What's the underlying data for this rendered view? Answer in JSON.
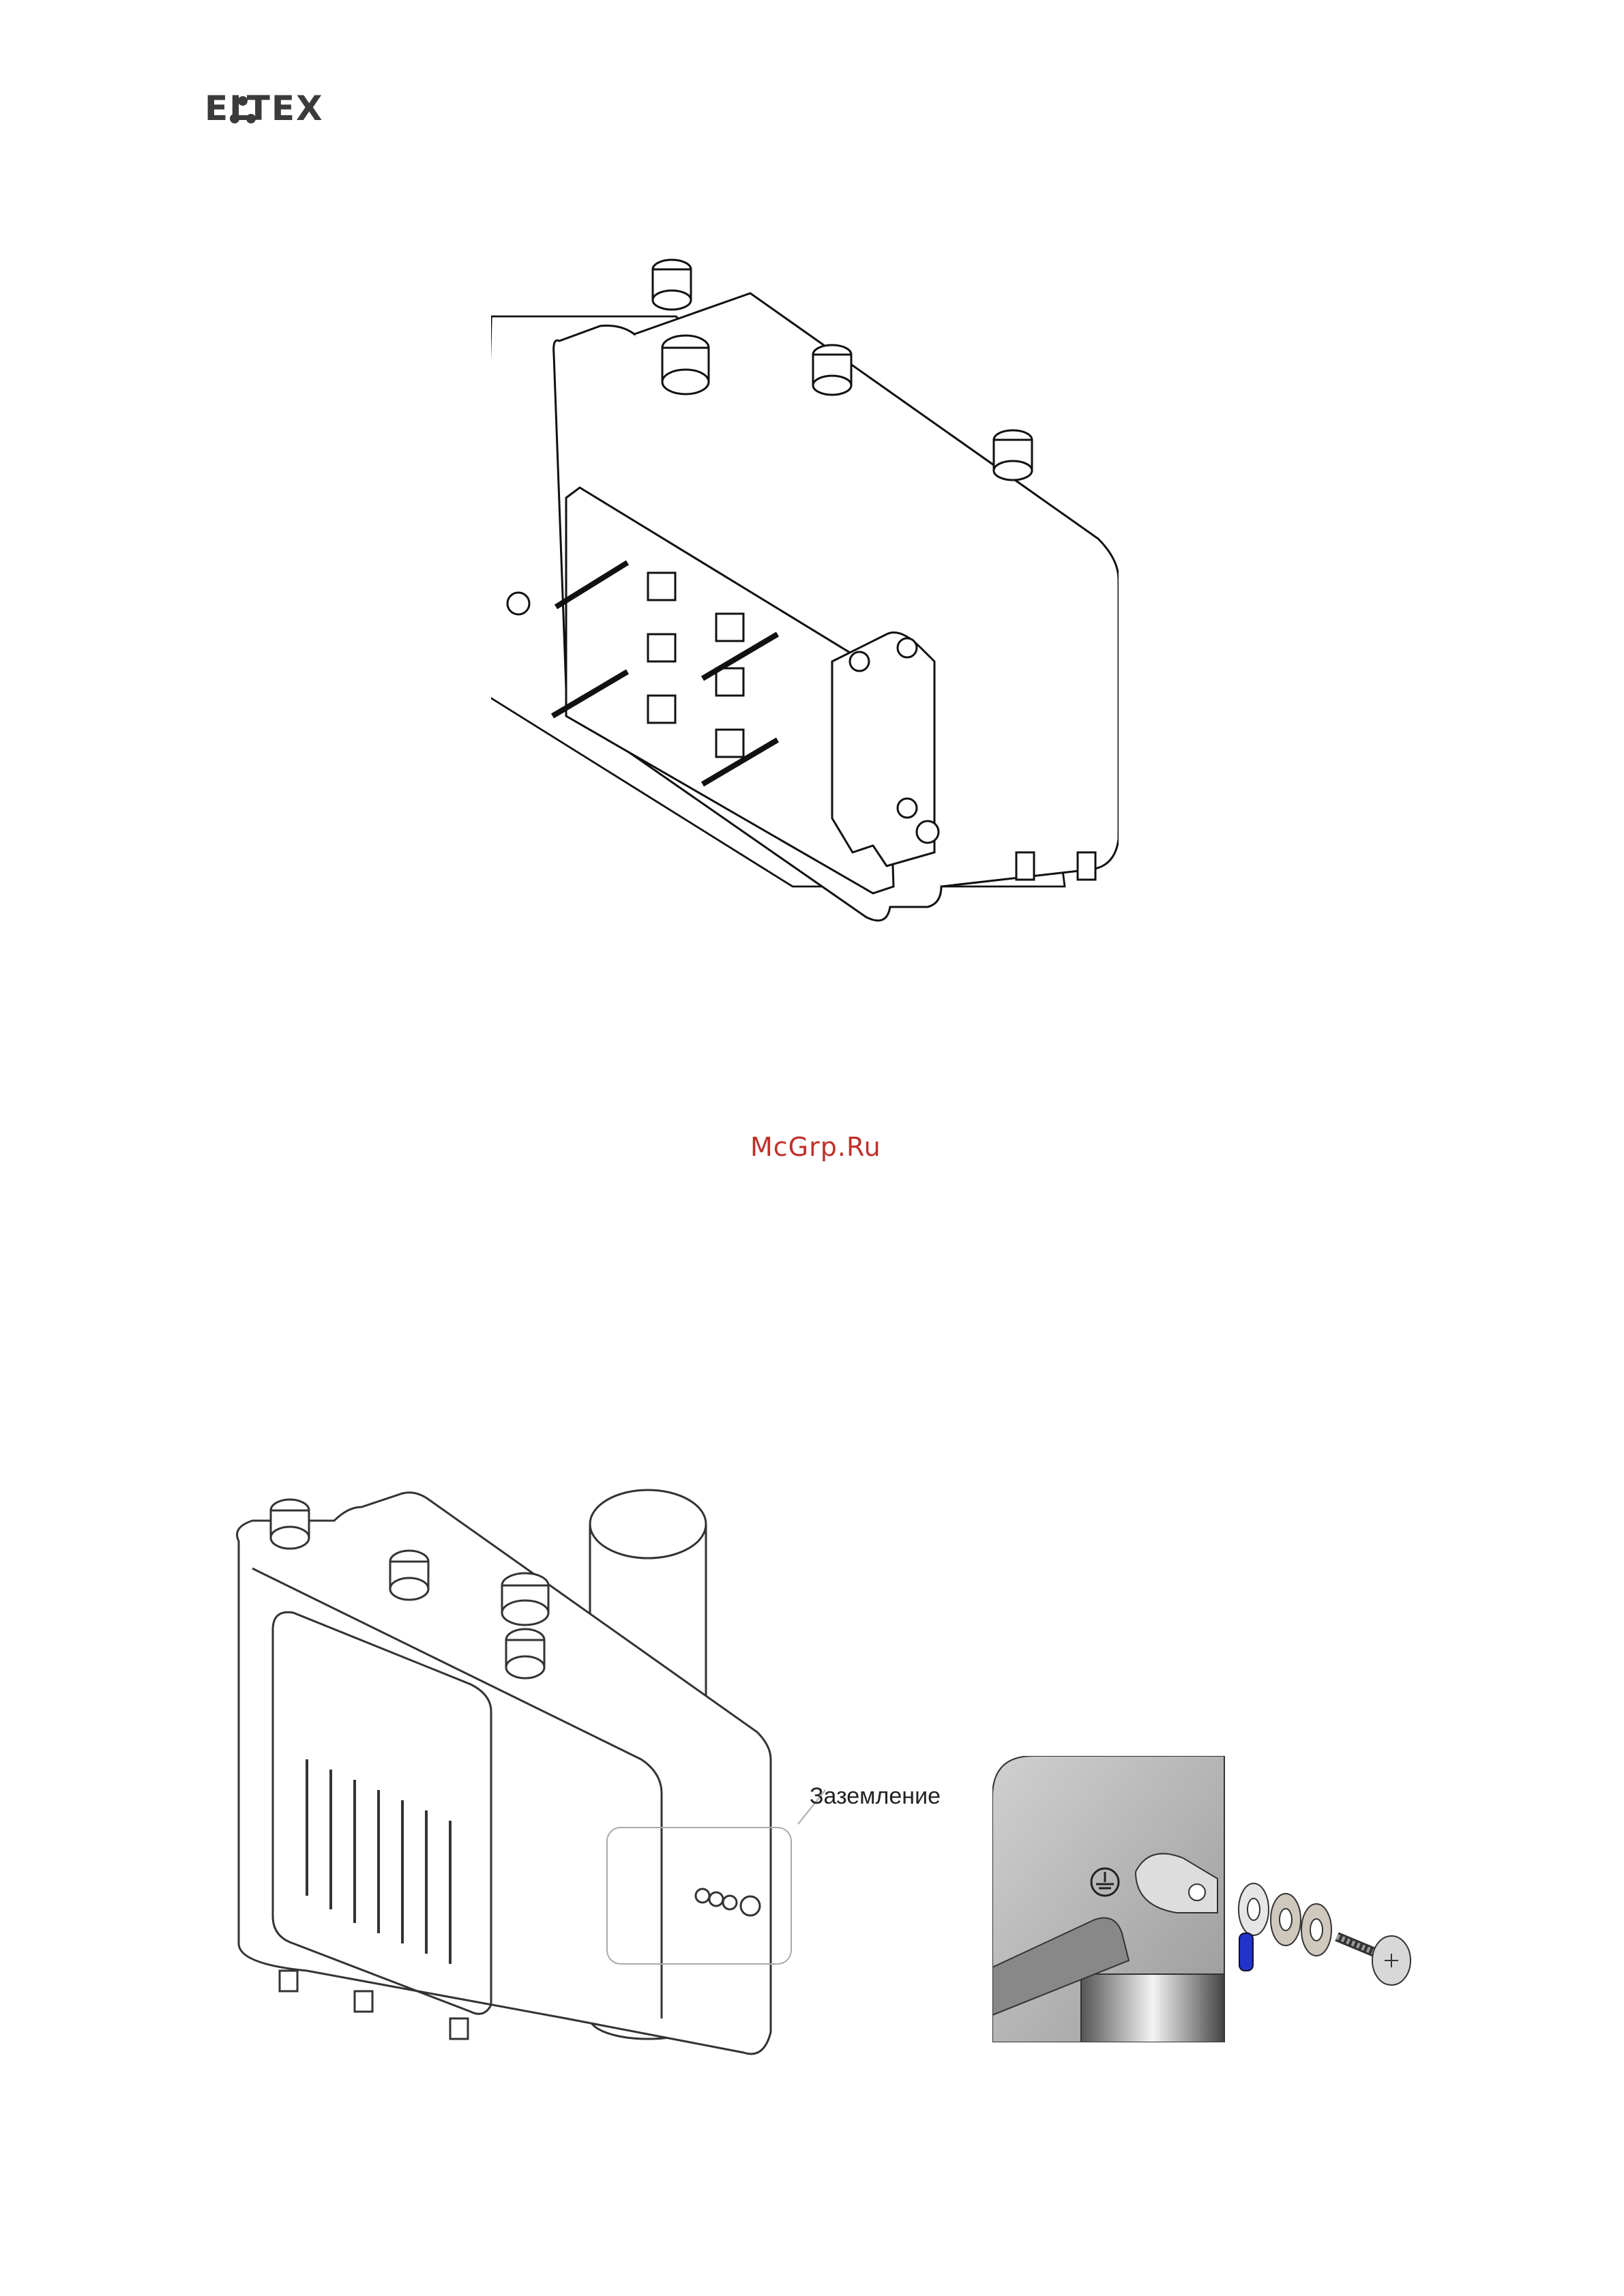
{
  "header": {
    "brand": "ELTEX"
  },
  "watermark": "McGrp.Ru",
  "figure2": {
    "callout_label": "Заземление"
  },
  "icons": [
    "eltex-logo-icon",
    "ground-symbol-icon"
  ],
  "colors": {
    "brand_gray": "#3b3b3b",
    "watermark_red": "#c0302a",
    "ground_wire_blue": "#2233cc"
  }
}
